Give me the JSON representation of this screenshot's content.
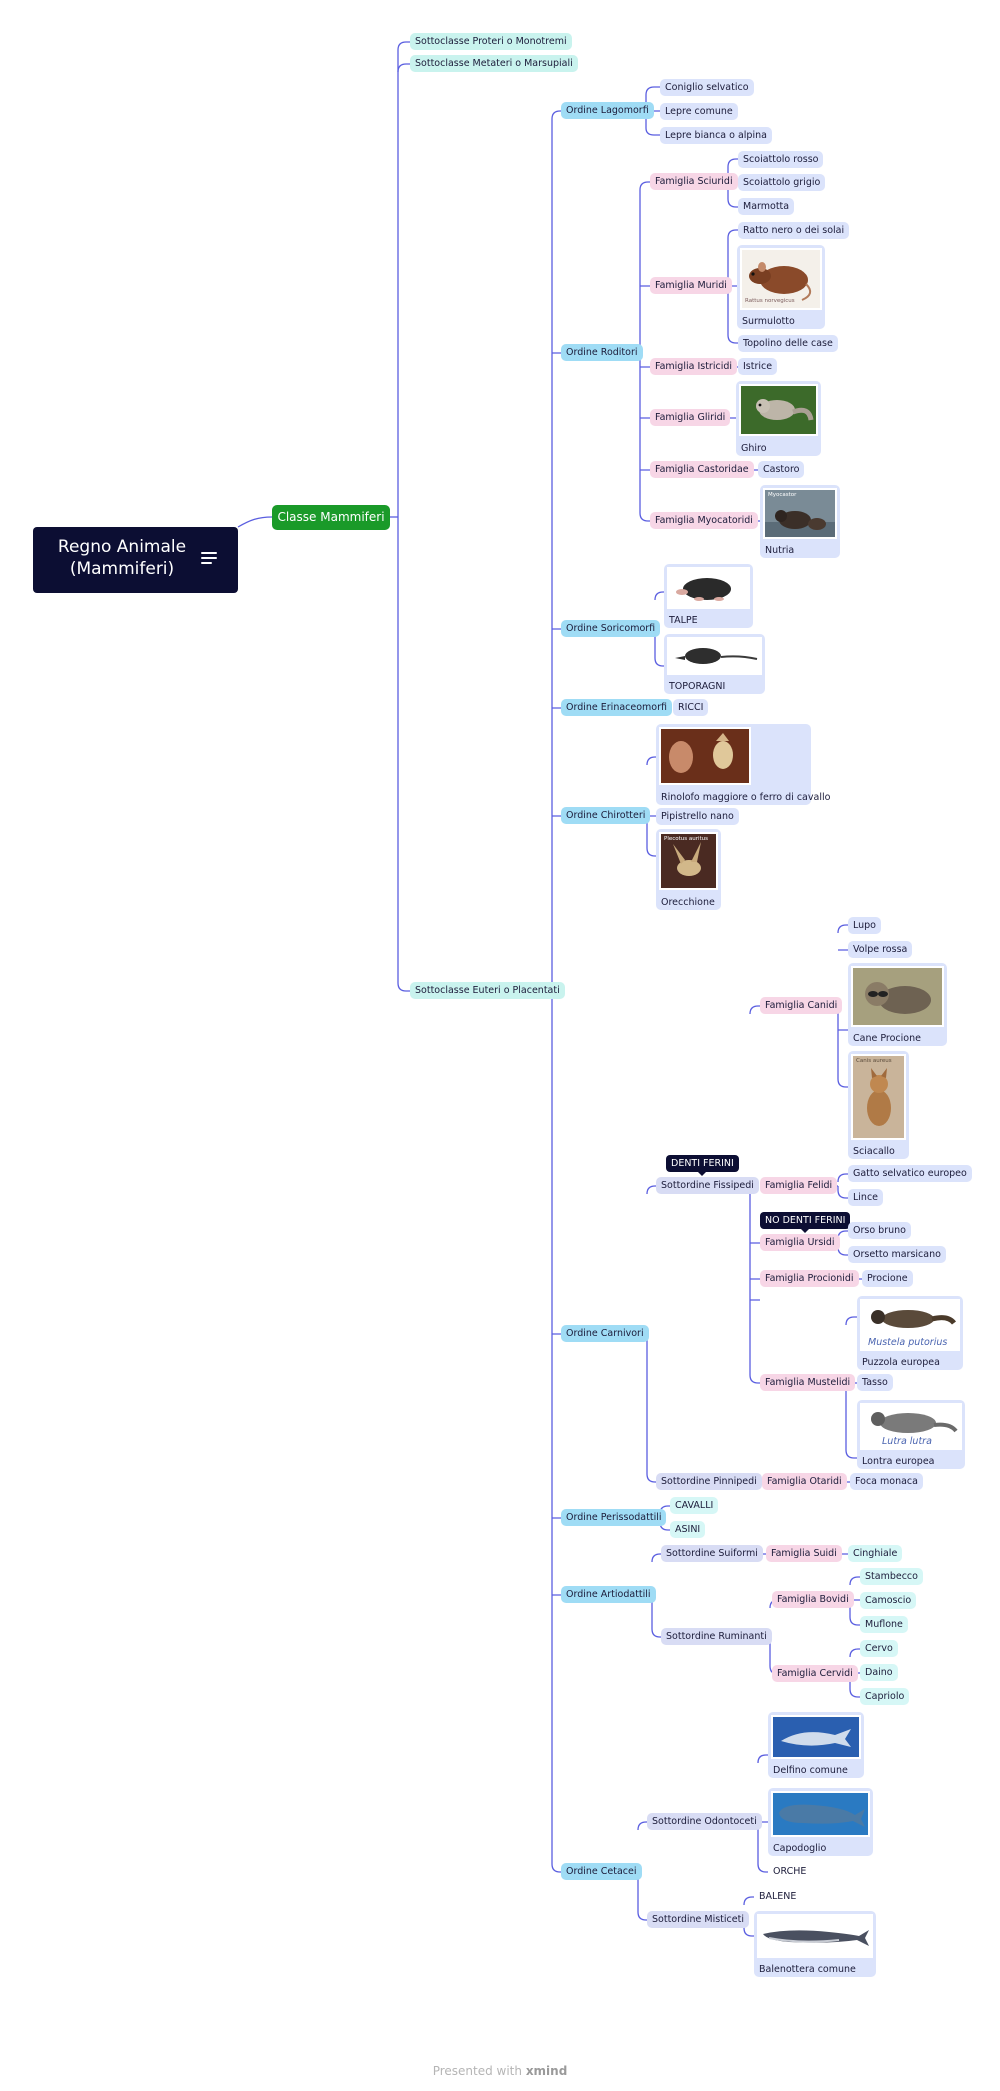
{
  "root": {
    "line1": "Regno Animale",
    "line2": "(Mammiferi)",
    "icon": "notes-icon"
  },
  "classe": "Classe Mammiferi",
  "sottoclassi": {
    "proteri": "Sottoclasse Proteri o Monotremi",
    "metateri": "Sottoclasse Metateri o Marsupiali",
    "euteri": "Sottoclasse Euteri o Placentati"
  },
  "ordini": {
    "lagomorfi": {
      "label": "Ordine Lagomorfi",
      "items": [
        "Coniglio selvatico",
        "Lepre comune",
        "Lepre bianca o alpina"
      ]
    },
    "roditori": {
      "label": "Ordine Roditori",
      "sciuridi": {
        "label": "Famiglia Sciuridi",
        "items": [
          "Scoiattolo rosso",
          "Scoiattolo grigio",
          "Marmotta"
        ]
      },
      "muridi": {
        "label": "Famiglia Muridi",
        "items": [
          "Ratto nero o dei solai",
          "Surmulotto",
          "Topolino delle case"
        ],
        "img_text": "Rattus norvegicus"
      },
      "istricidi": {
        "label": "Famiglia Istricidi",
        "item": "Istrice"
      },
      "gliridi": {
        "label": "Famiglia Gliridi",
        "item": "Ghiro"
      },
      "castoridae": {
        "label": "Famiglia Castoridae",
        "item": "Castoro"
      },
      "myocatoridi": {
        "label": "Famiglia Myocatoridi",
        "item": "Nutria",
        "img_text": "Myocastor"
      }
    },
    "soricomorfi": {
      "label": "Ordine Soricomorfi",
      "items": [
        "TALPE",
        "TOPORAGNI"
      ]
    },
    "erinaceomorfi": {
      "label": "Ordine Erinaceomorfi",
      "item": "RICCI"
    },
    "chirotteri": {
      "label": "Ordine Chirotteri",
      "items": [
        "Rinolofo maggiore o ferro di cavallo",
        "Pipistrello nano",
        "Orecchione"
      ],
      "img_text": "Plecotus auritus"
    },
    "carnivori": {
      "label": "Ordine Carnivori",
      "fissipedi": {
        "label": "Sottordine Fissipedi",
        "tag": "DENTI FERINI"
      },
      "canidi": {
        "label": "Famiglia Canidi",
        "items": [
          "Lupo",
          "Volpe rossa",
          "Cane Procione",
          "Sciacallo"
        ],
        "img_text": "Canis aureus"
      },
      "felidi": {
        "label": "Famiglia Felidi",
        "items": [
          "Gatto selvatico europeo",
          "Lince"
        ]
      },
      "ursidi": {
        "label": "Famiglia Ursidi",
        "tag": "NO DENTI FERINI",
        "items": [
          "Orso bruno",
          "Orsetto marsicano"
        ]
      },
      "procionidi": {
        "label": "Famiglia Procionidi",
        "item": "Procione"
      },
      "mustelidi": {
        "label": "Famiglia Mustelidi",
        "items": [
          "Puzzola europea",
          "Tasso",
          "Lontra europea"
        ],
        "img1_text": "Mustela putorius",
        "img2_text": "Lutra lutra"
      },
      "pinnipedi": {
        "label": "Sottordine Pinnipedi"
      },
      "otaridi": {
        "label": "Famiglia Otaridi",
        "item": "Foca monaca"
      }
    },
    "perissodattili": {
      "label": "Ordine Perissodattili",
      "items": [
        "CAVALLI",
        "ASINI"
      ]
    },
    "artiodattili": {
      "label": "Ordine Artiodattili",
      "suiformi": {
        "label": "Sottordine Suiformi"
      },
      "suidi": {
        "label": "Famiglia Suidi",
        "item": "Cinghiale"
      },
      "ruminanti": {
        "label": "Sottordine Ruminanti"
      },
      "bovidi": {
        "label": "Famiglia Bovidi",
        "items": [
          "Stambecco",
          "Camoscio",
          "Muflone"
        ]
      },
      "cervidi": {
        "label": "Famiglia Cervidi",
        "items": [
          "Cervo",
          "Daino",
          "Capriolo"
        ]
      }
    },
    "cetacei": {
      "label": "Ordine Cetacei",
      "odontoceti": {
        "label": "Sottordine Odontoceti",
        "items": [
          "Delfino comune",
          "Capodoglio",
          "ORCHE"
        ]
      },
      "misticeti": {
        "label": "Sottordine Misticeti",
        "items": [
          "BALENE",
          "Balenottera comune"
        ]
      }
    }
  },
  "colors": {
    "root": "#0c0e33",
    "classe": "#1a9a29",
    "line": "#5a5ee0",
    "sottoclasse": "#c9f3ee",
    "ordine": "#9fdcf5",
    "famiglia": "#f7d6e6",
    "specie": "#dbe3fb"
  },
  "footer": {
    "prefix": "Presented with",
    "brand": "xmind"
  }
}
